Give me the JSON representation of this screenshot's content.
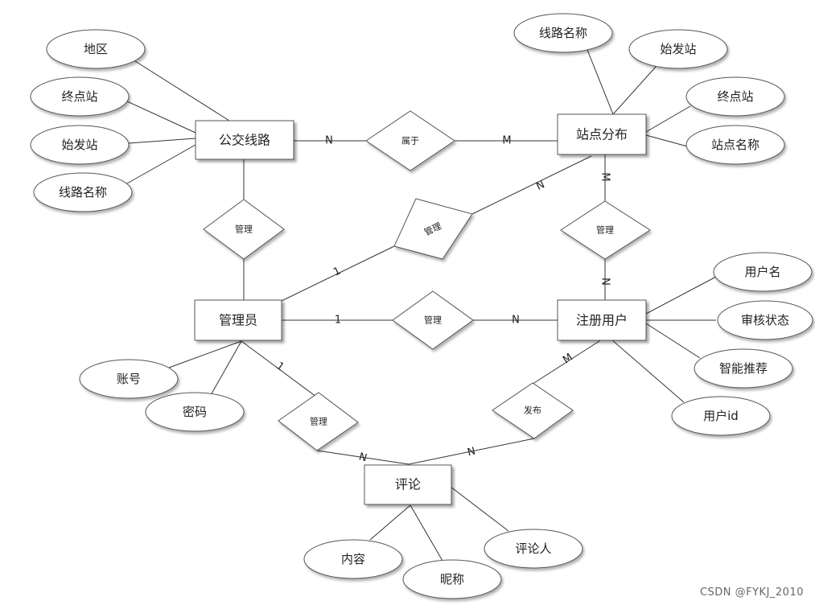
{
  "entities": {
    "bus_line": "公交线路",
    "station": "站点分布",
    "admin": "管理员",
    "user": "注册用户",
    "comment": "评论"
  },
  "relationships": {
    "belongs": "属于",
    "manage_line": "管理",
    "manage_station_admin": "管理",
    "manage_station_user": "管理",
    "manage_user": "管理",
    "manage_comment": "管理",
    "publish": "发布"
  },
  "attributes": {
    "bus_line": [
      "地区",
      "终点站",
      "始发站",
      "线路名称"
    ],
    "station": [
      "线路名称",
      "始发站",
      "终点站",
      "站点名称"
    ],
    "admin": [
      "账号",
      "密码"
    ],
    "user": [
      "用户名",
      "审核状态",
      "智能推荐",
      "用户id"
    ],
    "comment": [
      "内容",
      "昵称",
      "评论人"
    ]
  },
  "cardinalities": {
    "line_belongs": "N",
    "station_belongs": "M",
    "station_mgr_n": "N",
    "admin_mgr_1": "1",
    "station_m": "M",
    "user_n": "N",
    "admin_user_1": "1",
    "user_n2": "N",
    "admin_comment_1": "1",
    "comment_admin_n": "N",
    "user_m": "M",
    "comment_user_n": "N"
  },
  "watermark": "CSDN @FYKJ_2010"
}
